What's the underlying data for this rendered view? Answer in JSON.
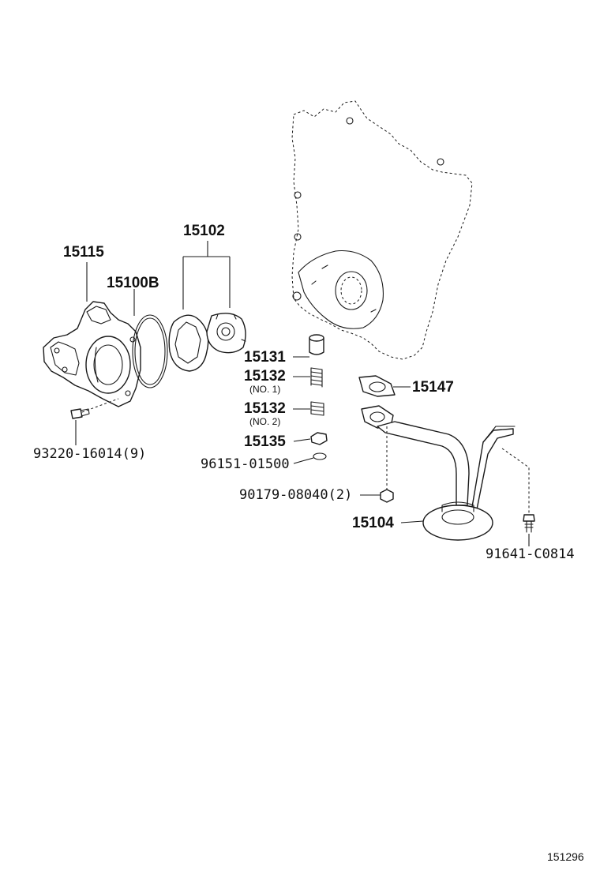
{
  "diagram_id": "151296",
  "labels": {
    "p15102": "15102",
    "p15115": "15115",
    "p15100b": "15100B",
    "p15131": "15131",
    "p15132_no1": "15132",
    "p15132_no1_sub": "(NO. 1)",
    "p15132_no2": "15132",
    "p15132_no2_sub": "(NO. 2)",
    "p15135": "15135",
    "p15147": "15147",
    "p15104": "15104",
    "bolt_93220": "93220-16014(9)",
    "ring_96151": "96151-01500",
    "nut_90179": "90179-08040(2)",
    "bolt_91641": "91641-C0814"
  }
}
